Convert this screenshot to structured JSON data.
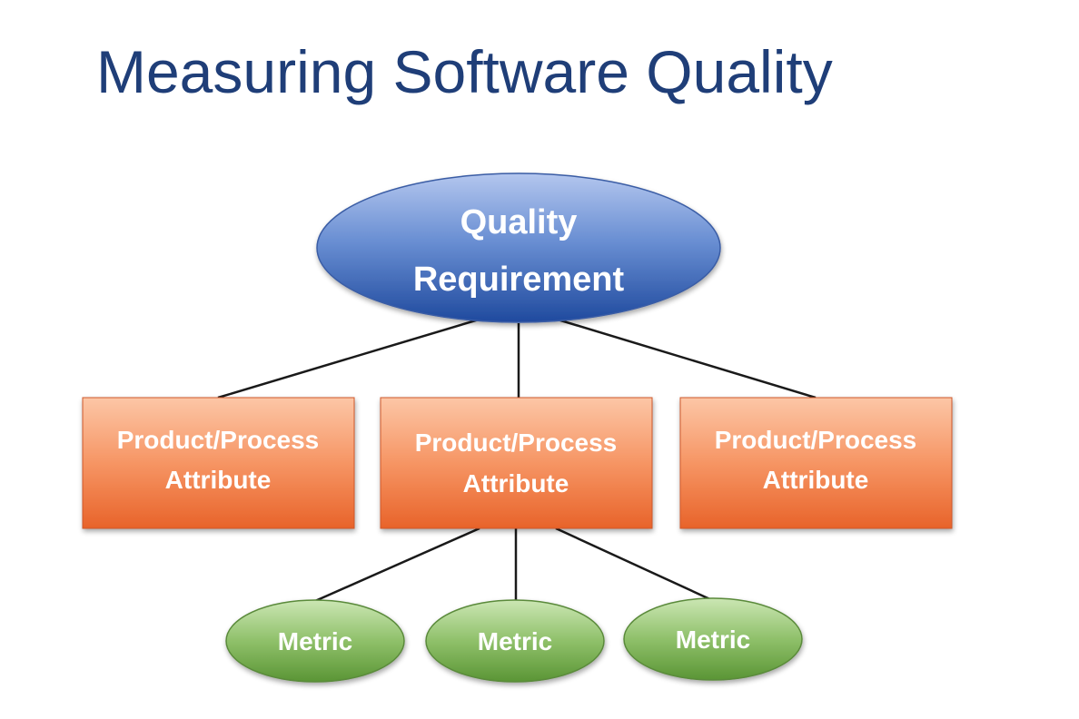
{
  "title": "Measuring Software Quality",
  "root": {
    "line1": "Quality",
    "line2": "Requirement"
  },
  "attributes": [
    {
      "line1": "Product/Process",
      "line2": "Attribute"
    },
    {
      "line1": "Product/Process",
      "line2": "Attribute"
    },
    {
      "line1": "Product/Process",
      "line2": "Attribute"
    }
  ],
  "metrics": [
    {
      "label": "Metric"
    },
    {
      "label": "Metric"
    },
    {
      "label": "Metric"
    }
  ],
  "colors": {
    "title": "#1f3e78",
    "root_light": "#a9bce6",
    "root_dark": "#1f4a9e",
    "attribute_light": "#fbbf9e",
    "attribute_dark": "#e8632a",
    "metric_light": "#c3e0a8",
    "metric_dark": "#5f9a3a",
    "connector": "#1a1a1a"
  }
}
